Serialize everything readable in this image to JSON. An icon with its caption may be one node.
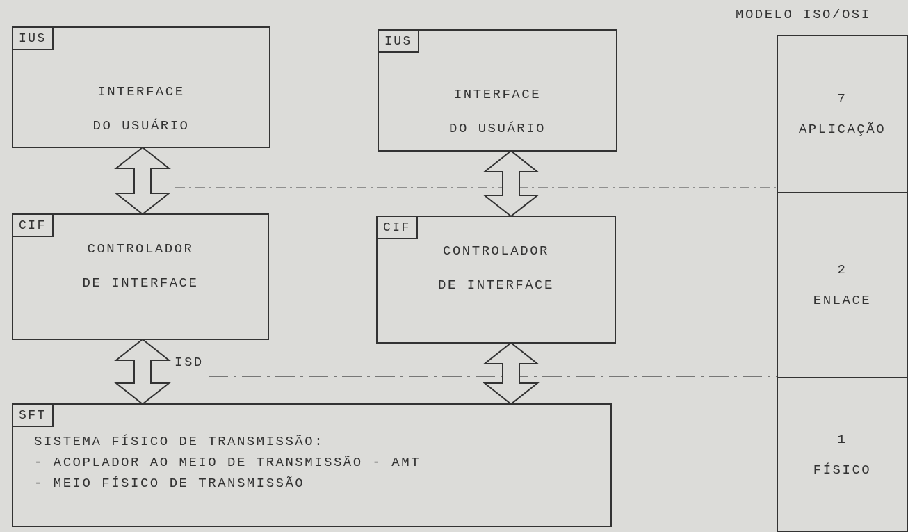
{
  "diagram": {
    "nodes": [
      {
        "text": [
          "INTERFACE DO USUÁRIO"
        ]
      },
      {
        "text": [
          "IUS"
        ],
        "in": 0
      },
      {
        "text": [
          "INTERFACE DO USUÁRIO"
        ]
      },
      {
        "text": [
          "IUS"
        ],
        "in": 2
      },
      {
        "text": [
          "CONTROLADOR DE INTERFACE"
        ]
      },
      {
        "text": [
          "CIF"
        ],
        "in": 4
      },
      {
        "text": [
          "CONTROLADOR DE INTERFACE"
        ]
      },
      {
        "text": [
          "CIF"
        ],
        "in": 6
      },
      {
        "text": [
          "SISTEMA FÍSICO DE TRANSMISSÃO:",
          "- ACOPLADOR AO MEIO DE TRANSMISSÃO - AMT",
          "- MEIO FÍSICO DE TRANSMISSÃO"
        ]
      },
      {
        "text": [
          "SFT"
        ],
        "in": 8
      },
      {
        "text": [
          "7",
          "APLICAÇÃO"
        ]
      },
      {
        "text": [
          "2",
          "ENLACE"
        ]
      },
      {
        "text": [
          "1",
          "FÍSICO"
        ]
      }
    ],
    "edges": [
      {
        "from": 0,
        "to": 4,
        "arrow": "both"
      },
      {
        "from": 2,
        "to": 6,
        "arrow": "both"
      },
      {
        "from": 4,
        "to": 8,
        "arrow": "both",
        "label": "ISD"
      },
      {
        "from": 6,
        "to": 8,
        "arrow": "both"
      }
    ],
    "labels": [
      "MODELO ISO/OSI"
    ]
  }
}
